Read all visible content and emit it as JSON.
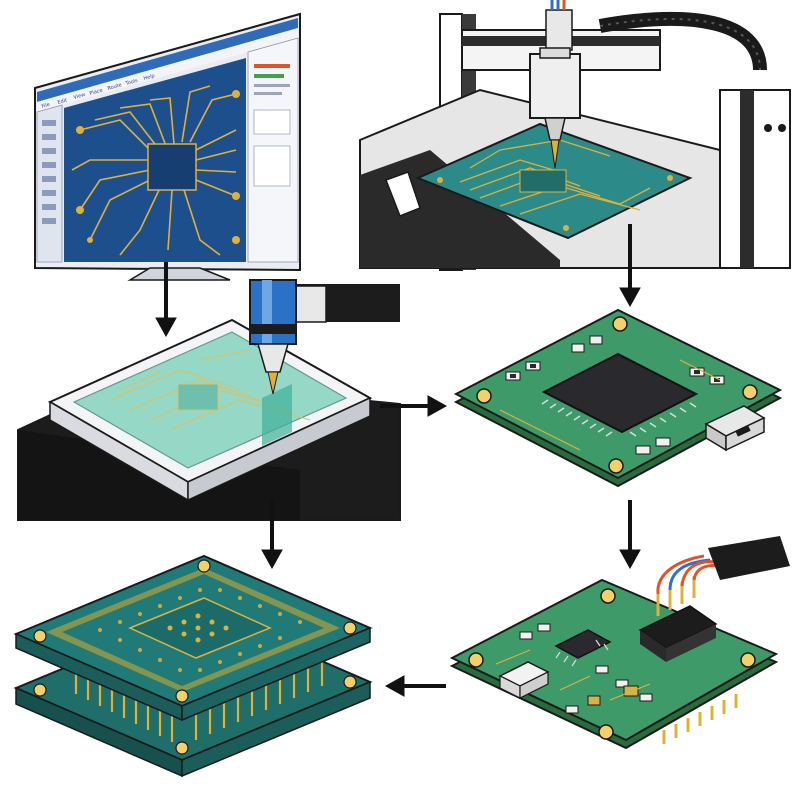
{
  "software_window": {
    "menu_items": [
      "File",
      "Edit",
      "View",
      "Place",
      "Route",
      "Tools",
      "Help"
    ]
  },
  "colors": {
    "board_blue": "#1d4f8c",
    "trace_gold": "#e0b13a",
    "board_green": "#3f9a6a",
    "board_teal": "#1f7a78",
    "pad_gold": "#d9a92b",
    "dark_chip": "#2a2a2e",
    "outline": "#1a1a1a",
    "arrow": "#111111",
    "wire_red": "#e0532d",
    "wire_blue": "#2e6fd1"
  },
  "icons": {
    "flow_arrows": [
      "arrow-down-icon",
      "arrow-right-icon",
      "arrow-down-icon",
      "arrow-down-icon",
      "arrow-down-icon",
      "arrow-left-icon"
    ]
  },
  "steps": [
    {
      "id": "pcb-design-software",
      "depicts": "monitor-icon"
    },
    {
      "id": "cnc-milling",
      "depicts": "cnc-machine-icon"
    },
    {
      "id": "solder-paste-stencil",
      "depicts": "dispenser-icon"
    },
    {
      "id": "assembled-board",
      "depicts": "microcontroller-icon"
    },
    {
      "id": "programming-header",
      "depicts": "connector-icon"
    },
    {
      "id": "stacked-boards",
      "depicts": "bga-chip-icon"
    }
  ]
}
